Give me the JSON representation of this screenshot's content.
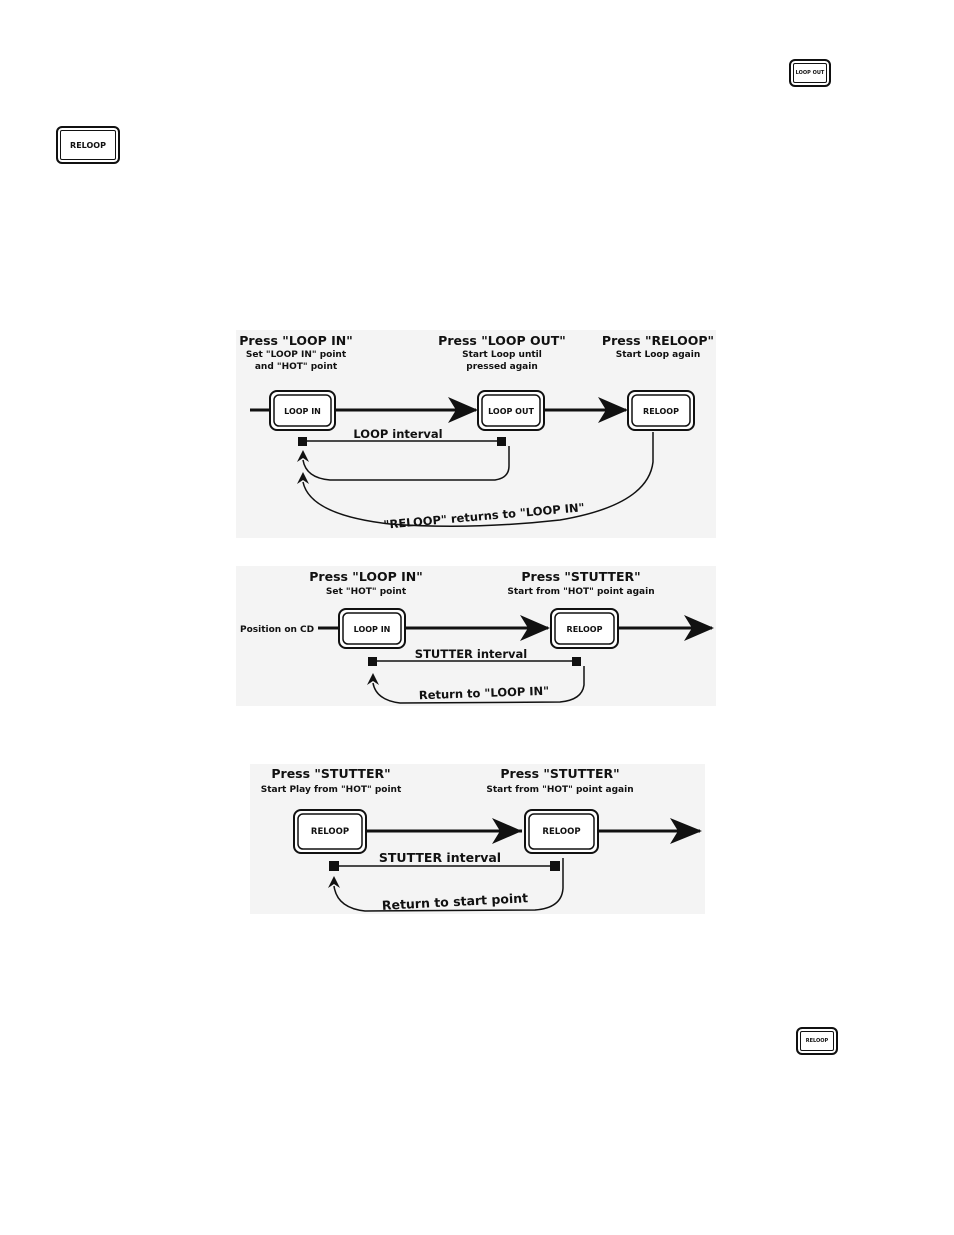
{
  "icons": {
    "top_loop_out": "LOOP OUT",
    "top_reloop": "RELOOP",
    "bottom_reloop": "RELOOP"
  },
  "diagram1": {
    "col1_title": "Press \"LOOP IN\"",
    "col1_sub1": "Set \"LOOP IN\" point",
    "col1_sub2": "and \"HOT\" point",
    "col2_title": "Press \"LOOP OUT\"",
    "col2_sub1": "Start Loop until",
    "col2_sub2": "pressed again",
    "col3_title": "Press \"RELOOP\"",
    "col3_sub1": "Start Loop again",
    "key1": "LOOP IN",
    "key2": "LOOP OUT",
    "key3": "RELOOP",
    "interval": "LOOP interval",
    "return_text": "\"RELOOP\" returns to \"LOOP IN\""
  },
  "diagram2": {
    "col1_title": "Press \"LOOP IN\"",
    "col1_sub": "Set \"HOT\" point",
    "col2_title": "Press \"STUTTER\"",
    "col2_sub": "Start from \"HOT\" point again",
    "position_label": "Position on CD",
    "key1": "LOOP IN",
    "key2": "RELOOP",
    "interval": "STUTTER interval",
    "return_text": "Return to \"LOOP IN\""
  },
  "diagram3": {
    "col1_title": "Press \"STUTTER\"",
    "col1_sub": "Start Play from \"HOT\" point",
    "col2_title": "Press \"STUTTER\"",
    "col2_sub": "Start from \"HOT\" point again",
    "key1": "RELOOP",
    "key2": "RELOOP",
    "interval": "STUTTER interval",
    "return_text": "Return to start point"
  }
}
